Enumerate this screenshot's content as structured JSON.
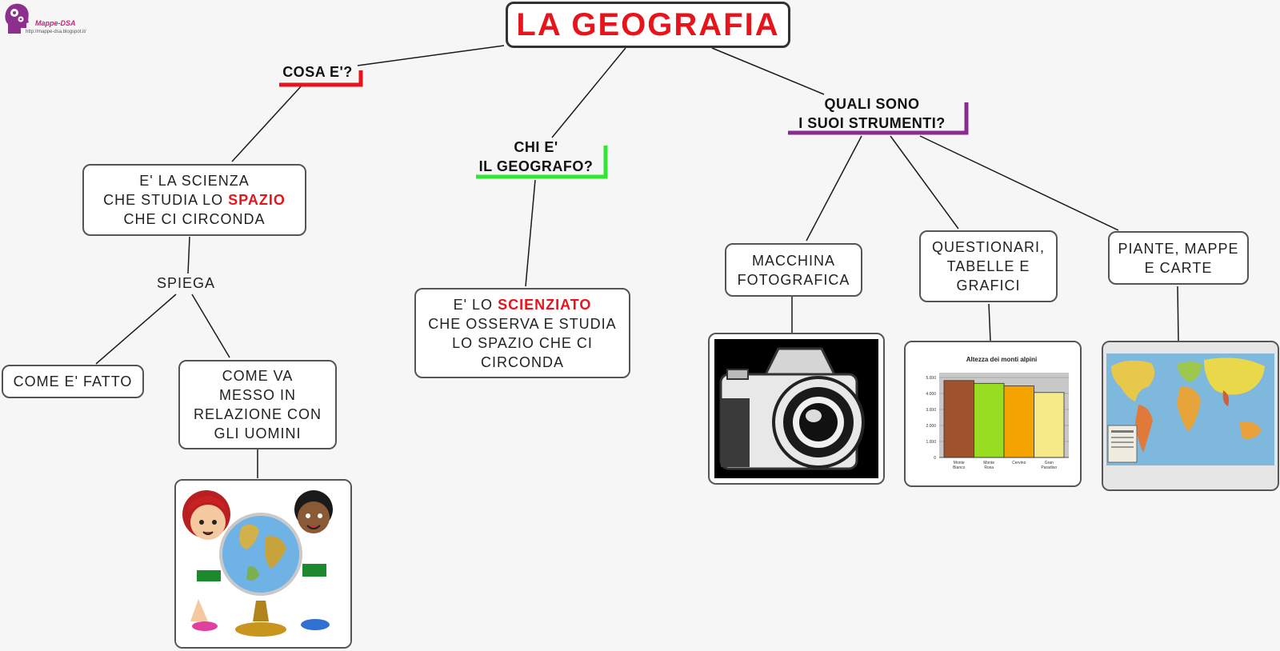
{
  "logo": {
    "name": "Mappe-DSA",
    "url": "http://mappe-dsa.blogspot.it/"
  },
  "title": "LA GEOGRAFIA",
  "questions": {
    "cosa": "COSA E'?",
    "chi_line1": "CHI E'",
    "chi_line2": "IL GEOGRAFO?",
    "strumenti_line1": "QUALI SONO",
    "strumenti_line2": "I SUOI STRUMENTI?"
  },
  "colors": {
    "cosa": "#e8141b",
    "chi": "#33e533",
    "strumenti": "#8b2a8f",
    "title_text": "#e8141b"
  },
  "scienza": {
    "line1": "E' LA SCIENZA",
    "line2_pre": "CHE STUDIA LO ",
    "line2_hl": "SPAZIO",
    "line3": "CHE CI CIRCONDA"
  },
  "spiega": "SPIEGA",
  "come_fatto": "COME E' FATTO",
  "relazione": {
    "line1": "COME VA",
    "line2": "MESSO IN",
    "line3": "RELAZIONE CON",
    "line4": "GLI UOMINI"
  },
  "scienziato": {
    "line1_pre": "E' LO ",
    "line1_hl": "SCIENZIATO",
    "line2": "CHE OSSERVA E STUDIA",
    "line3": "LO SPAZIO CHE CI",
    "line4": "CIRCONDA"
  },
  "macchina": {
    "line1": "MACCHINA",
    "line2": "FOTOGRAFICA"
  },
  "questionari": {
    "line1": "QUESTIONARI,",
    "line2": "TABELLE E",
    "line3": "GRAFICI"
  },
  "piante": {
    "line1": "PIANTE, MAPPE",
    "line2": "E CARTE"
  },
  "chart_data": {
    "type": "bar",
    "title": "Altezza dei monti alpini",
    "categories": [
      "Monte Bianco",
      "Monte Rosa",
      "Cervino",
      "Gran Paradiso"
    ],
    "category_labels": [
      [
        "Monte",
        "Bianco"
      ],
      [
        "Monte",
        "Rosa"
      ],
      [
        "Cervino"
      ],
      [
        "Gran",
        "Paradiso"
      ]
    ],
    "values": [
      4810,
      4634,
      4478,
      4061
    ],
    "colors": [
      "#a0522d",
      "#99dd22",
      "#f5a300",
      "#f4ea88"
    ],
    "yticks": [
      "0",
      "1.000",
      "2.000",
      "3.000",
      "4.000",
      "5.000"
    ],
    "ylim": [
      0,
      5000
    ]
  }
}
